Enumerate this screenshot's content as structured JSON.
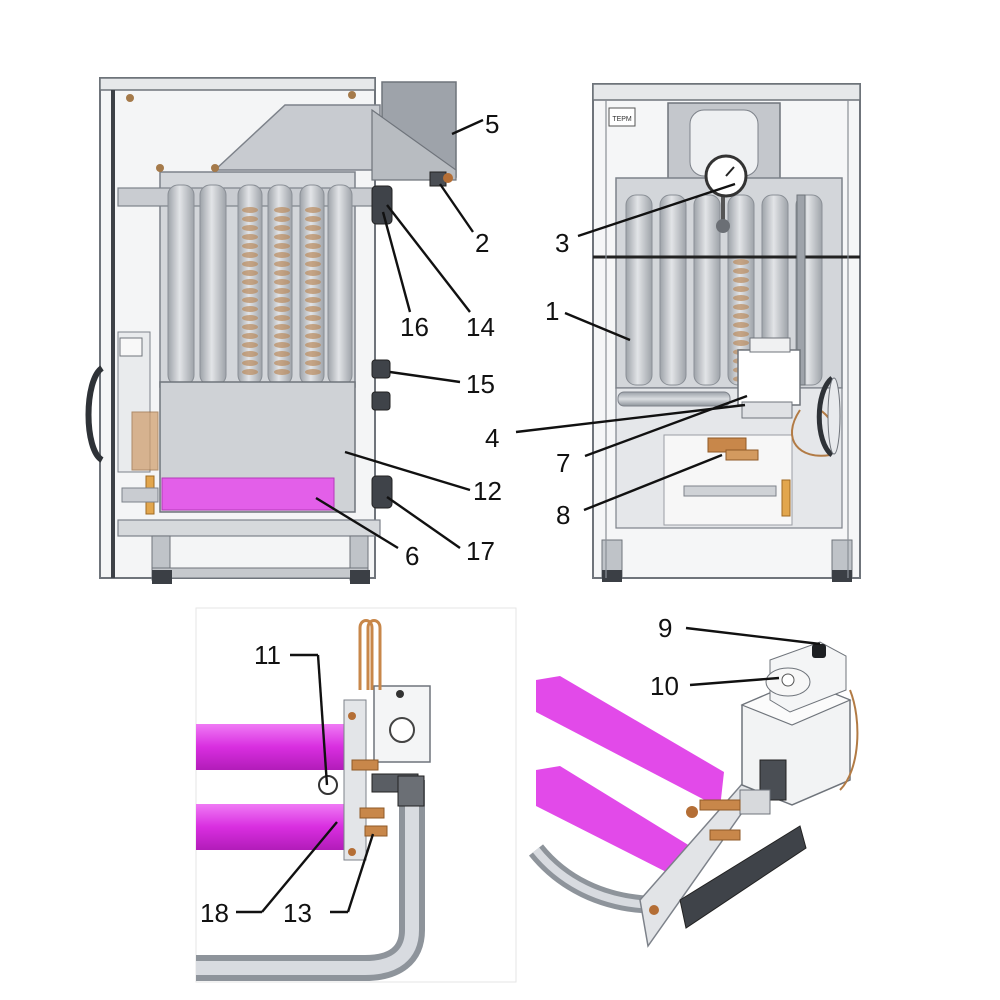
{
  "diagram": {
    "callouts": [
      {
        "id": "c1",
        "label": "1"
      },
      {
        "id": "c2",
        "label": "2"
      },
      {
        "id": "c3",
        "label": "3"
      },
      {
        "id": "c4",
        "label": "4"
      },
      {
        "id": "c5",
        "label": "5"
      },
      {
        "id": "c6",
        "label": "6"
      },
      {
        "id": "c7",
        "label": "7"
      },
      {
        "id": "c8",
        "label": "8"
      },
      {
        "id": "c9",
        "label": "9"
      },
      {
        "id": "c10",
        "label": "10"
      },
      {
        "id": "c11",
        "label": "11"
      },
      {
        "id": "c12",
        "label": "12"
      },
      {
        "id": "c13",
        "label": "13"
      },
      {
        "id": "c14",
        "label": "14"
      },
      {
        "id": "c15",
        "label": "15"
      },
      {
        "id": "c16",
        "label": "16"
      },
      {
        "id": "c17",
        "label": "17"
      },
      {
        "id": "c18",
        "label": "18"
      }
    ],
    "logo_text": "ТЕРМ",
    "colors": {
      "burner_magenta": "#e040e8",
      "metal_gray": "#c9ccd1",
      "tube_gray": "#b9bdc3",
      "copper": "#c8874a",
      "outline": "#6f747b"
    }
  }
}
